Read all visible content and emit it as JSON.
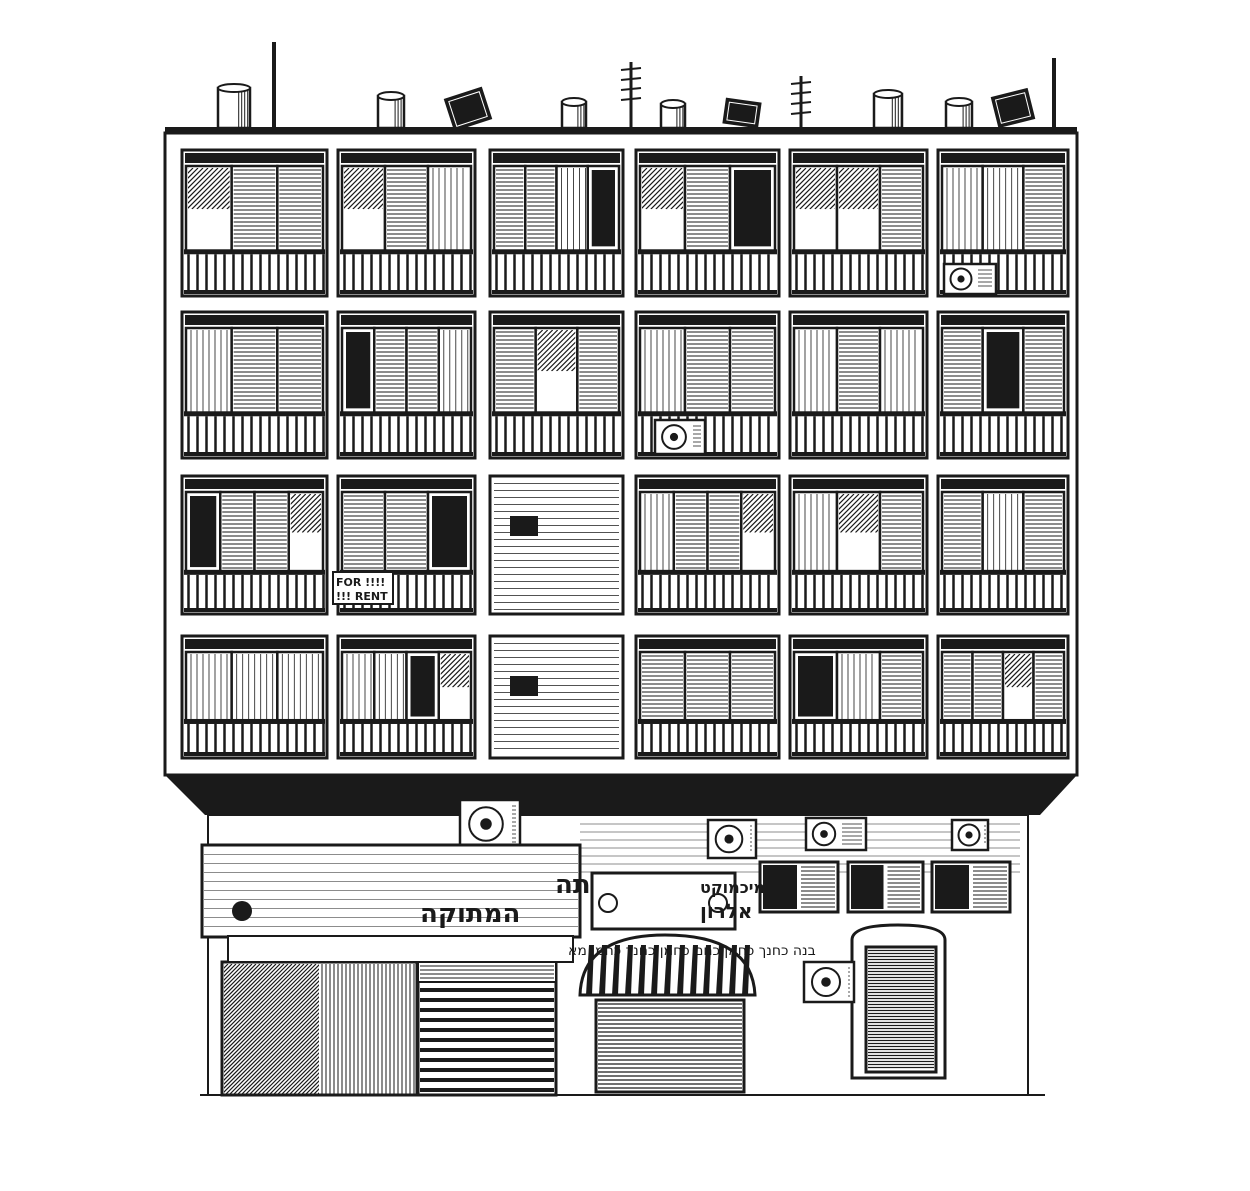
{
  "image": {
    "description_style": "pen-and-ink drawing",
    "ink_color": "#1a1a1a",
    "paper_color": "#ffffff"
  },
  "signs": {
    "for_rent_line1": "FOR !!!!",
    "for_rent_line2": "!!! RENT",
    "bakery_top": "הפיתה",
    "bakery_main": "המתוקה",
    "bakery_banner": "בנה כחנך כחמן כחם כחמן כחנך כחמן מא",
    "market_line1": "מיכמוקט",
    "market_line2": "אלרון"
  }
}
